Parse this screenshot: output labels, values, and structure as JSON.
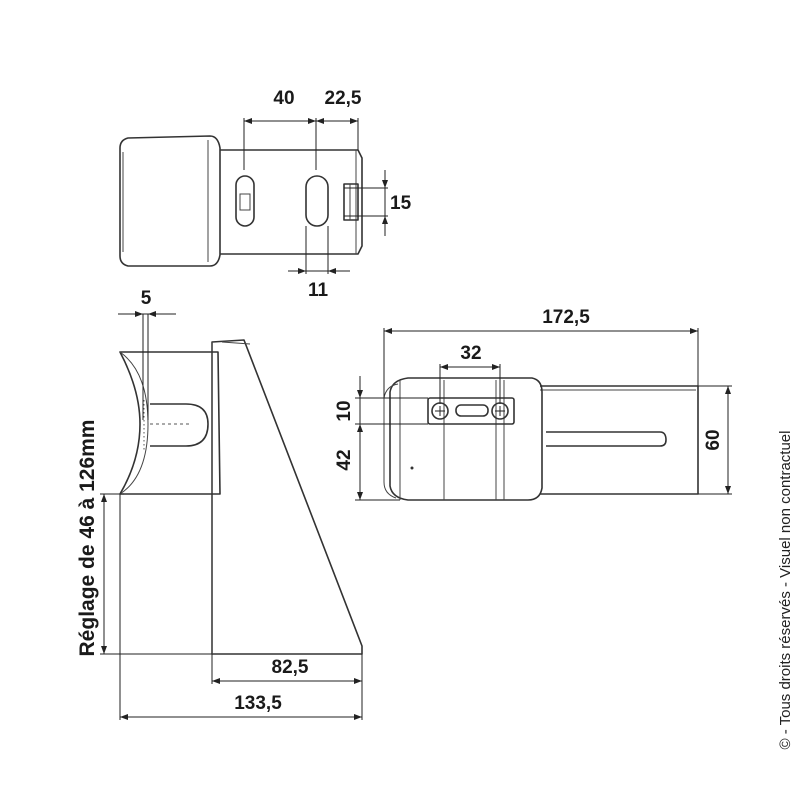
{
  "dimensions": {
    "d40": "40",
    "d22_5": "22,5",
    "d15": "15",
    "d11": "11",
    "d5": "5",
    "d172_5": "172,5",
    "d32": "32",
    "d10": "10",
    "d42": "42",
    "d60": "60",
    "d82_5": "82,5",
    "d133_5": "133,5"
  },
  "adjustment_label": "Réglage de 46 à 126mm",
  "copyright_note": "© - Tous droits réservés - Visuel non contractuel"
}
